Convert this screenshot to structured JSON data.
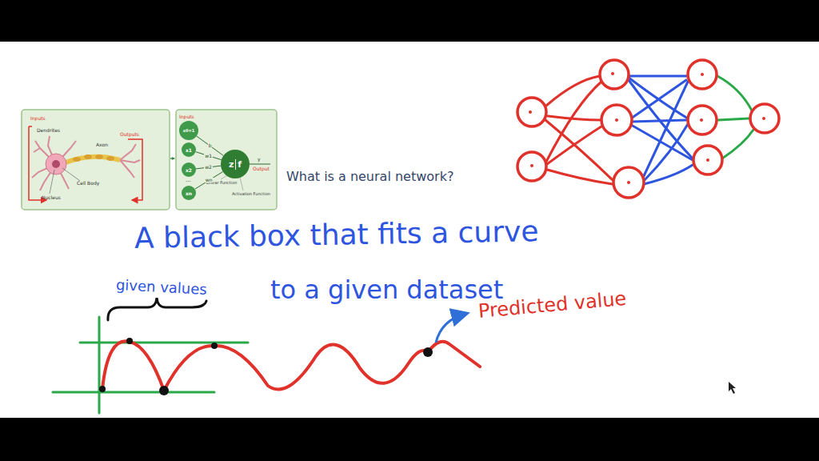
{
  "diagram": {
    "title": "What is a neural network?",
    "nodes": [
      {
        "text": [
          "x0=1"
        ]
      },
      {
        "text": [
          "x1"
        ]
      },
      {
        "text": [
          "x2"
        ]
      },
      {
        "text": [
          "xn"
        ]
      },
      {
        "text": [
          "z",
          "f"
        ]
      }
    ],
    "edges": [
      {
        "from": 0,
        "to": 4,
        "label": "b",
        "arrow": "none"
      },
      {
        "from": 1,
        "to": 4,
        "label": "w1",
        "arrow": "none"
      },
      {
        "from": 2,
        "to": 4,
        "label": "w2",
        "arrow": "none"
      },
      {
        "from": 3,
        "to": 4,
        "label": "wn",
        "arrow": "none"
      }
    ],
    "labels": [
      "Inputs",
      "Dendrites",
      "Outputs",
      "Axon",
      "Cell Body",
      "Nucleus",
      "Inputs",
      "...",
      "Linear Function",
      "Activation Function",
      "y",
      "Output",
      "A black box that fits a curve",
      "to a given dataset",
      "given values",
      "Predicted value"
    ]
  }
}
